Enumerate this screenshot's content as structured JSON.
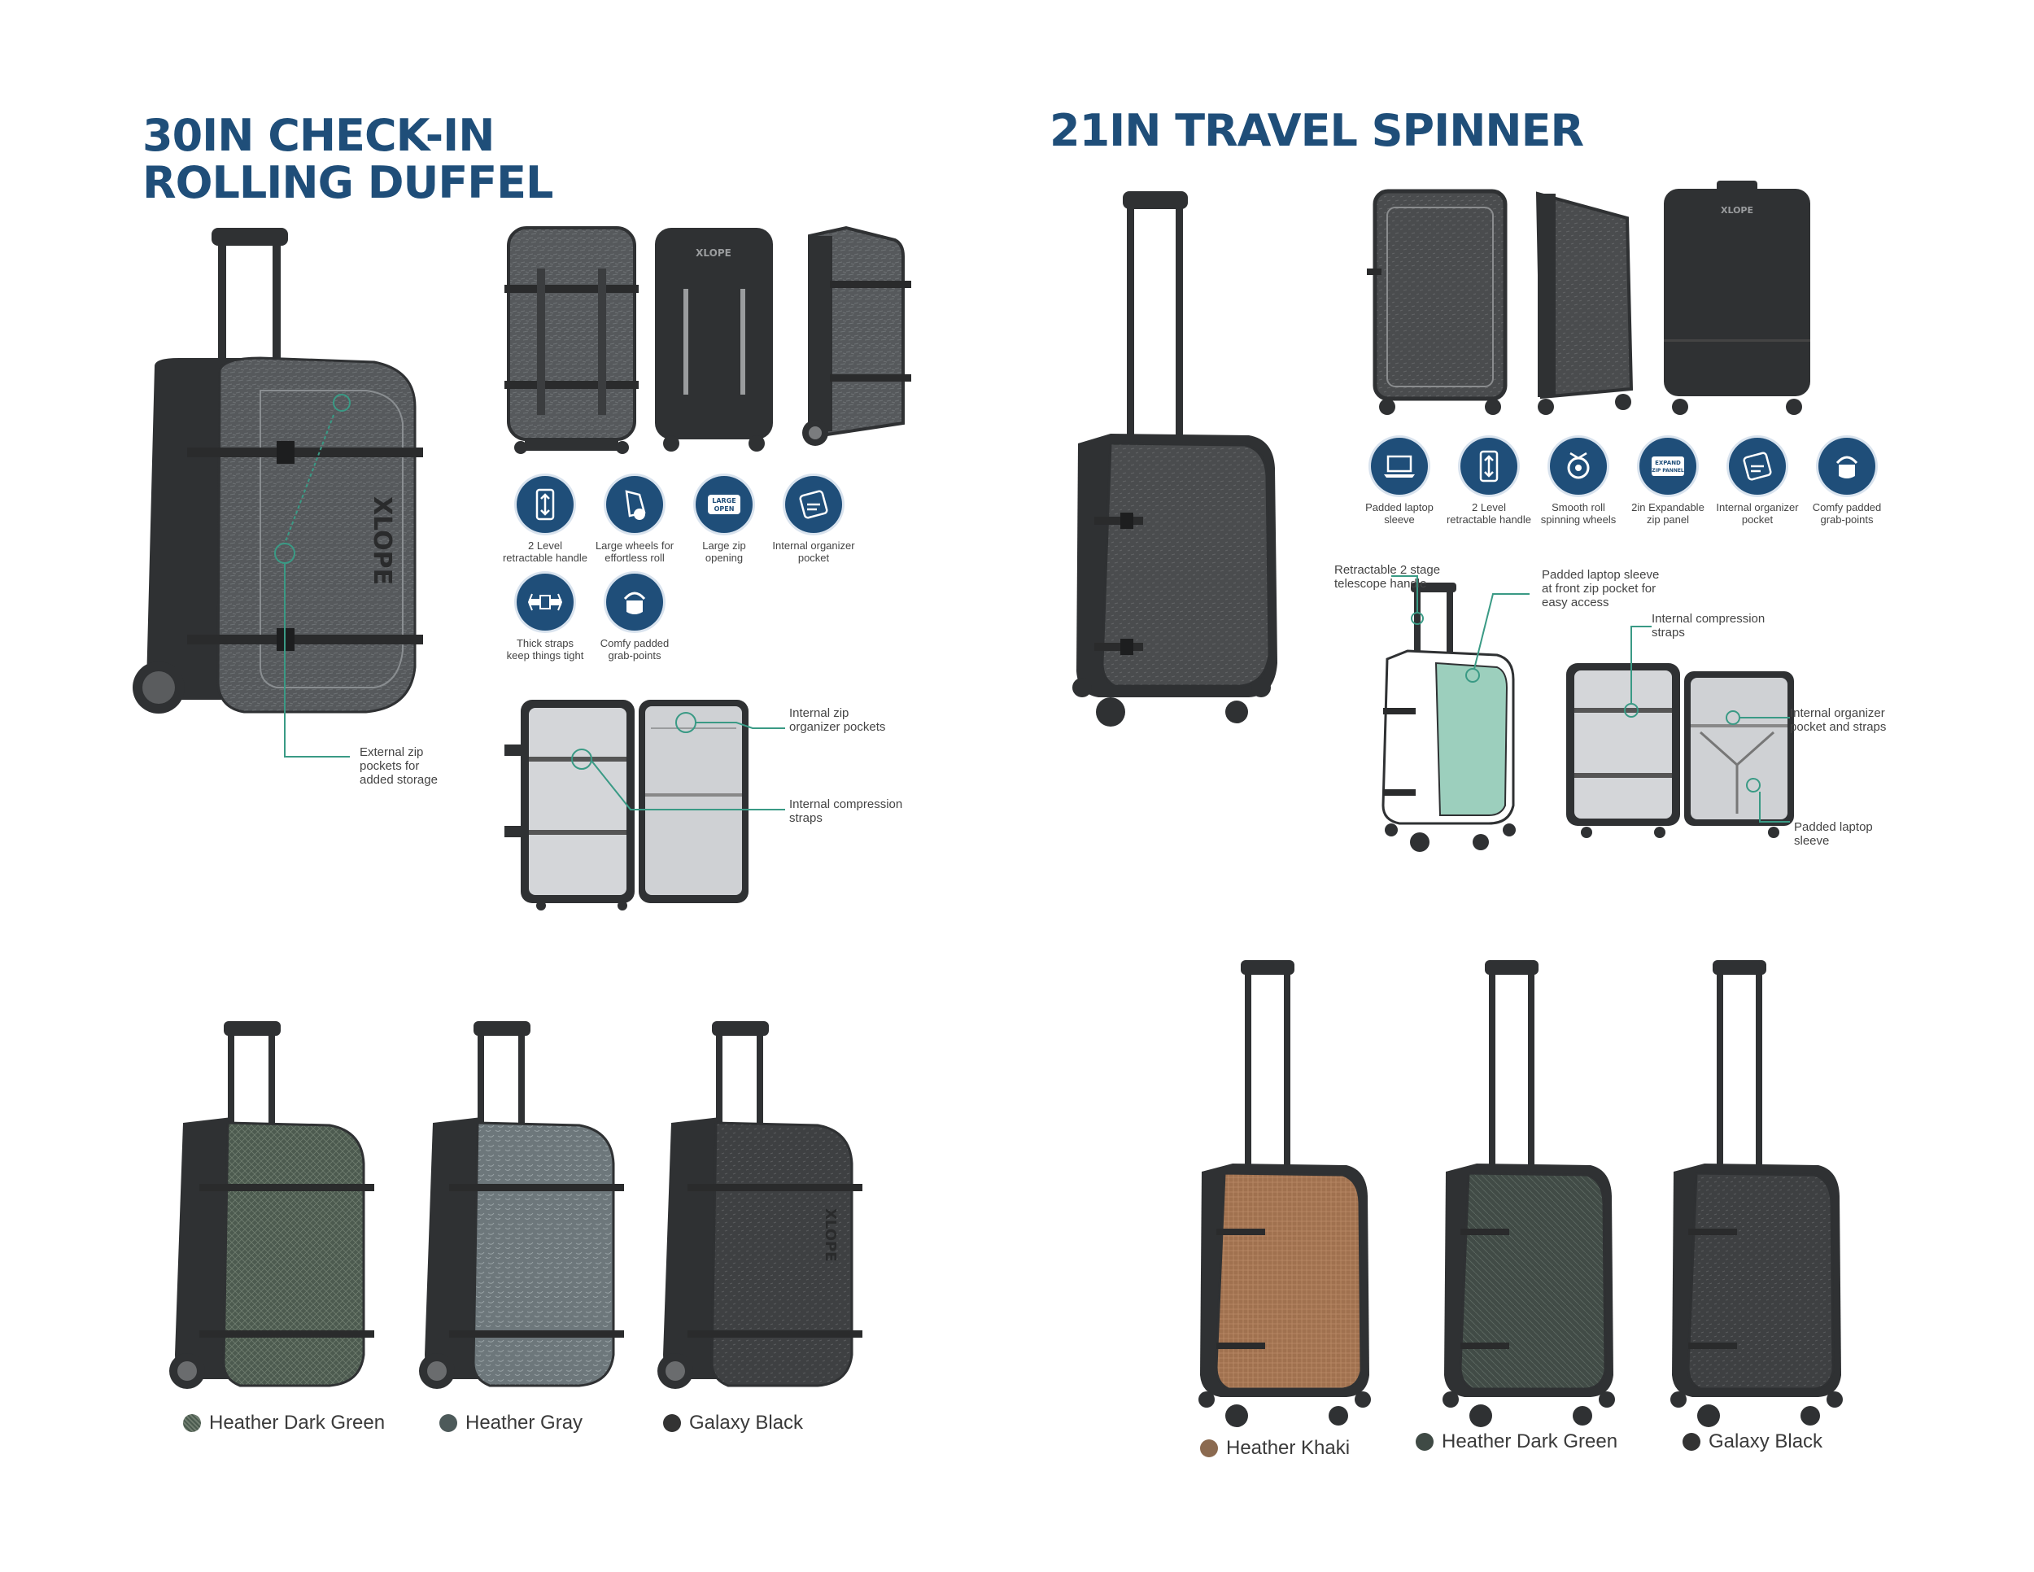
{
  "left": {
    "title_line1": "30IN CHECK-IN",
    "title_line2": "ROLLING DUFFEL",
    "features": [
      {
        "label": "2 Level\nretractable handle",
        "icon": "retractable-handle-icon"
      },
      {
        "label": "Large wheels for\neffortless roll",
        "icon": "large-wheel-icon"
      },
      {
        "label": "Large zip\nopening",
        "icon": "large-open-icon",
        "badge": "LARGE\nOPEN"
      },
      {
        "label": "Internal organizer\npocket",
        "icon": "organizer-pocket-icon"
      },
      {
        "label": "Thick straps\nkeep things tight",
        "icon": "thick-straps-icon"
      },
      {
        "label": "Comfy padded\ngrab-points",
        "icon": "grab-points-icon"
      }
    ],
    "callouts": {
      "external": "External zip\npockets for\nadded storage",
      "internal_zip": "Internal zip\norganizer pockets",
      "compression": "Internal compression\nstraps"
    },
    "brand": "XLOPE",
    "colors": [
      {
        "name": "Heather Dark Green",
        "hex": "#4a5a4e"
      },
      {
        "name": "Heather Gray",
        "hex": "#4d5a5a"
      },
      {
        "name": "Galaxy Black",
        "hex": "#333333"
      }
    ]
  },
  "right": {
    "title": "21IN TRAVEL SPINNER",
    "features": [
      {
        "label": "Padded laptop\nsleeve",
        "icon": "laptop-icon"
      },
      {
        "label": "2 Level\nretractable handle",
        "icon": "retractable-handle-icon"
      },
      {
        "label": "Smooth roll\nspinning wheels",
        "icon": "spinning-wheel-icon"
      },
      {
        "label": "2in Expandable\nzip panel",
        "icon": "expand-panel-icon",
        "badge": "EXPAND\nZIP PANNEL"
      },
      {
        "label": "Internal organizer\npocket",
        "icon": "organizer-pocket-icon"
      },
      {
        "label": "Comfy padded\ngrab-points",
        "icon": "grab-points-icon"
      }
    ],
    "callouts": {
      "telescope": "Retractable 2 stage\ntelescope handle",
      "laptop_front": "Padded laptop sleeve\nat front zip pocket for\neasy access",
      "compression": "Internal compression\nstraps",
      "organizer": "Internal organizer\npocket and straps",
      "laptop_sleeve": "Padded laptop\nsleeve"
    },
    "brand": "XLOPE",
    "colors": [
      {
        "name": "Heather Khaki",
        "hex": "#8b6a50"
      },
      {
        "name": "Heather Dark Green",
        "hex": "#3f4a45"
      },
      {
        "name": "Galaxy Black",
        "hex": "#333333"
      }
    ]
  },
  "palette": {
    "accent": "#1f4e79",
    "callout_line": "#3a9a85",
    "bag_dark": "#2f3133",
    "bag_body": "#55585b",
    "khaki": "#a0714f",
    "green_panel": "#9ccfbd"
  }
}
